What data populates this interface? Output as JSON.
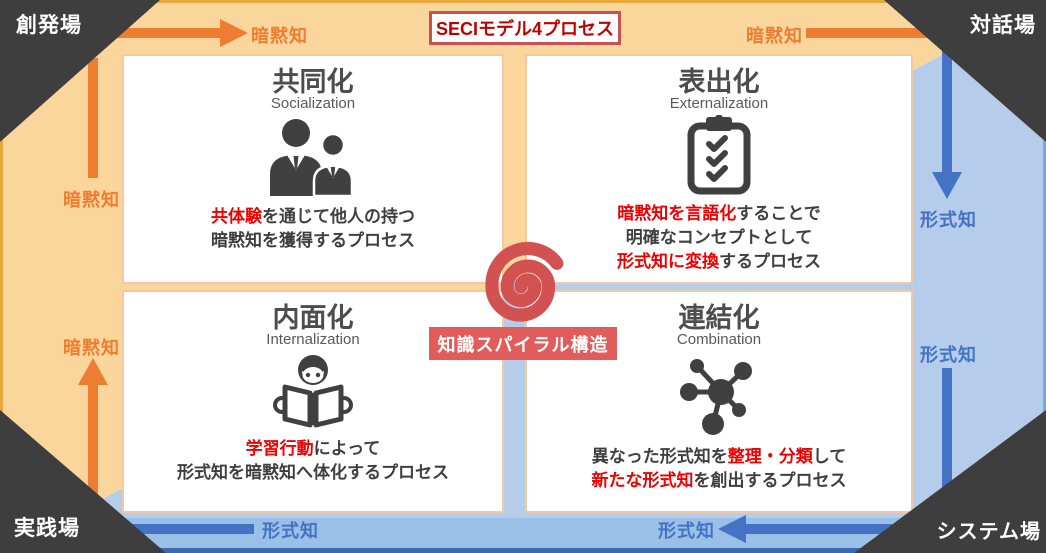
{
  "title": "SECIモデル4プロセス",
  "center_label": "知識スパイラル構造",
  "corners": {
    "top_left": "創発場",
    "top_right": "対話場",
    "bottom_left": "実践場",
    "bottom_right": "システム場"
  },
  "edge_labels": {
    "top": [
      "暗黙知",
      "暗黙知"
    ],
    "left": [
      "暗黙知",
      "暗黙知"
    ],
    "right": [
      "形式知",
      "形式知"
    ],
    "bottom": [
      "形式知",
      "形式知"
    ]
  },
  "quadrants": [
    {
      "id": "socialization",
      "title": "共同化",
      "subtitle": "Socialization",
      "icon": "two-people-icon",
      "description": [
        [
          {
            "text": "共体験",
            "red": true
          },
          {
            "text": "を通じて他人の持つ",
            "red": false
          }
        ],
        [
          {
            "text": "暗黙知を獲得するプロセス",
            "red": false
          }
        ]
      ]
    },
    {
      "id": "externalization",
      "title": "表出化",
      "subtitle": "Externalization",
      "icon": "clipboard-checklist-icon",
      "description": [
        [
          {
            "text": "暗黙知を言語化",
            "red": true
          },
          {
            "text": "することで",
            "red": false
          }
        ],
        [
          {
            "text": "明確なコンセプトとして",
            "red": false
          }
        ],
        [
          {
            "text": "形式知に変換",
            "red": true
          },
          {
            "text": "するプロセス",
            "red": false
          }
        ]
      ]
    },
    {
      "id": "internalization",
      "title": "内面化",
      "subtitle": "Internalization",
      "icon": "person-reading-icon",
      "description": [
        [
          {
            "text": "学習行動",
            "red": true
          },
          {
            "text": "によって",
            "red": false
          }
        ],
        [
          {
            "text": "形式知を暗黙知へ体化するプロセス",
            "red": false
          }
        ]
      ]
    },
    {
      "id": "combination",
      "title": "連結化",
      "subtitle": "Combination",
      "icon": "network-icon",
      "description": [
        [
          {
            "text": "異なった形式知を",
            "red": false
          },
          {
            "text": "整理・分類",
            "red": true
          },
          {
            "text": "して",
            "red": false
          }
        ],
        [
          {
            "text": "新たな形式知",
            "red": true
          },
          {
            "text": "を創出するプロセス",
            "red": false
          }
        ]
      ]
    }
  ],
  "colors": {
    "tacit_accent": "#ED7D31",
    "explicit_accent": "#4472C4",
    "tacit_background": "#FAD69C",
    "explicit_background": "#B5CDEB",
    "corner_background": "#3E3E3E",
    "highlight_red": "#EE0000",
    "spiral_red": "#D25151",
    "title_red": "#C00000"
  }
}
